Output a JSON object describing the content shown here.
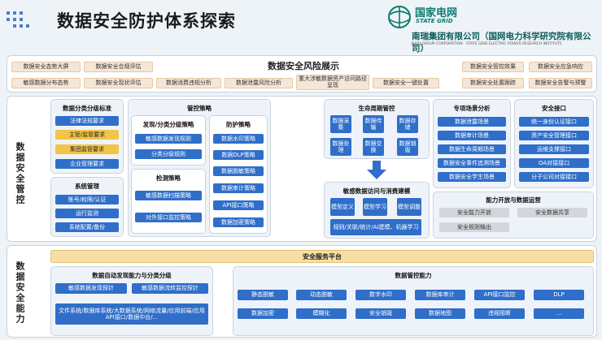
{
  "page_title": "数据安全防护体系探索",
  "brand": {
    "name_cn": "国家电网",
    "name_en": "STATE GRID",
    "org": "南瑞集团有限公司（国网电力科学研究院有限公司）",
    "org_en": "NARI GROUP CORPORATION · STATE GRID ELECTRIC POWER RESEARCH INSTITUTE"
  },
  "risk": {
    "title": "数据安全风险展示",
    "items": [
      "数据安全态势大屏",
      "数据安全合规评估",
      "敏感数据分布态势",
      "数据安全现状评估",
      "数据消费违规分析",
      "数据泄露风险分析",
      "重大涉敏数据资产访问路径呈现",
      "数据安全一键处置",
      "数据安全管控效果",
      "数据安全应急响应",
      "数据安全处置跟踪",
      "数据安全告警与预警"
    ]
  },
  "sections": {
    "control": "数据安全管控",
    "capability": "数据安全能力"
  },
  "classification": {
    "title": "数据分类分级标准",
    "items": [
      "法律法规要求",
      "主管/监管要求",
      "集团监管要求",
      "企业管理要求"
    ]
  },
  "system_mgmt": {
    "title": "系统管理",
    "items": [
      "账号/权限/认证",
      "运行监测",
      "系统配置/备份"
    ]
  },
  "strategy": {
    "title": "管控策略",
    "discover": {
      "title": "发现/分类分级策略",
      "items": [
        "敏感数据发现规则",
        "分类分级规则"
      ]
    },
    "detect": {
      "title": "检测策略",
      "items": [
        "敏感数据扫描策略",
        "对外接口监控策略"
      ]
    },
    "protect": {
      "title": "防护策略",
      "items": [
        "数据水印策略",
        "数据DLP策略",
        "数据脱敏策略",
        "数据审计策略",
        "API接口策略",
        "数据加密策略"
      ]
    }
  },
  "lifecycle": {
    "title": "生命周期管控",
    "items": [
      "数据采集",
      "数据传输",
      "数据存储",
      "数据处理",
      "数据交换",
      "数据销毁"
    ]
  },
  "sensitive_access": {
    "title": "敏感数据访问与消费建模",
    "items": [
      "模型定义",
      "模型学习",
      "模型调整",
      "规则/关联/统计/AI建模、机器学习"
    ]
  },
  "scenario": {
    "title": "专项场景分析",
    "items": [
      "数据泄露场景",
      "数据审计场景",
      "数据生命周期场景",
      "数据安全事件追溯场景",
      "数据安全学生场景"
    ]
  },
  "interface": {
    "title": "安全接口",
    "items": [
      "统一身份认证接口",
      "资产安全管理接口",
      "运维支撑接口",
      "OA对接接口",
      "分子公司对接接口"
    ]
  },
  "open_ops": {
    "title": "能力开放与数据运营",
    "items": [
      "安全能力开放",
      "安全数据共享",
      "安全规则输出"
    ]
  },
  "platform": {
    "title": "安全服务平台"
  },
  "auto_discover": {
    "title": "数据自动发现能力与分类分级",
    "items": [
      "敏感数据发现探针",
      "敏感数据流转监控探针"
    ],
    "sources": "文件系统/数据库系统/大数据系统/网络流量/应用前端/应用API接口/数据中台/..."
  },
  "protect_cap": {
    "title": "数据管控能力",
    "items": [
      "静态脱敏",
      "动态脱敏",
      "数字水印",
      "数据库审计",
      "API接口监控",
      "DLP",
      "数据加密",
      "模糊化",
      "安全销毁",
      "数据地图",
      "违规阻断",
      "..."
    ]
  },
  "colors": {
    "blue": "#2f6ec9",
    "orange": "#f6e6d6",
    "yellow": "#f2c447",
    "gold_bar": "#f5dfa6",
    "grid_green": "#0a7a6e"
  }
}
